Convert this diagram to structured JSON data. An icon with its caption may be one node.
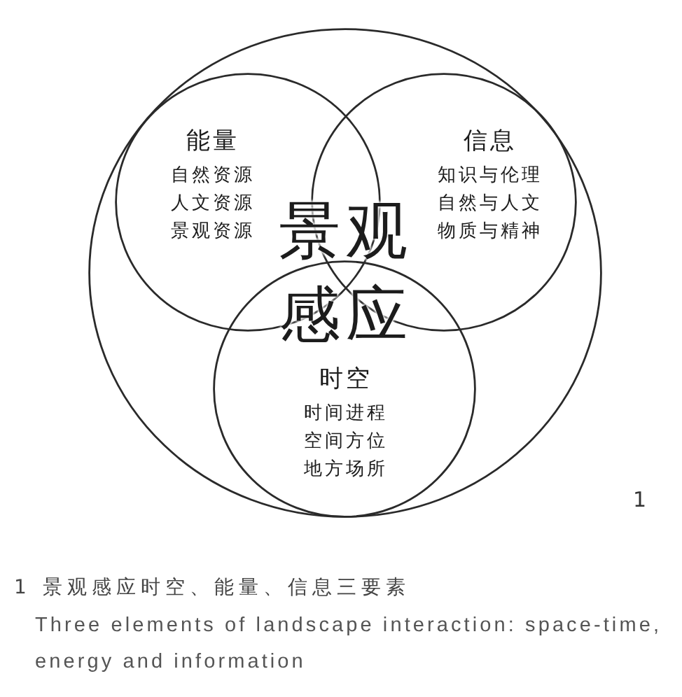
{
  "diagram": {
    "caption": "1 景观感应时空、能量、信息三要素",
    "nodes": [
      {
        "text": [],
        "shape": "circle"
      },
      {
        "text": [
          "能量",
          "自然资源",
          "人文资源",
          "景观资源"
        ],
        "in": 0
      },
      {
        "text": [
          "信息",
          "知识与伦理",
          "自然与人文",
          "物质与精神"
        ],
        "in": 0
      },
      {
        "text": [
          "时空",
          "时间进程",
          "空间方位",
          "地方场所"
        ],
        "in": 0
      }
    ],
    "labels": [
      "景观感应",
      "1",
      "Three elements of landscape interaction: space-time, energy and information"
    ]
  }
}
